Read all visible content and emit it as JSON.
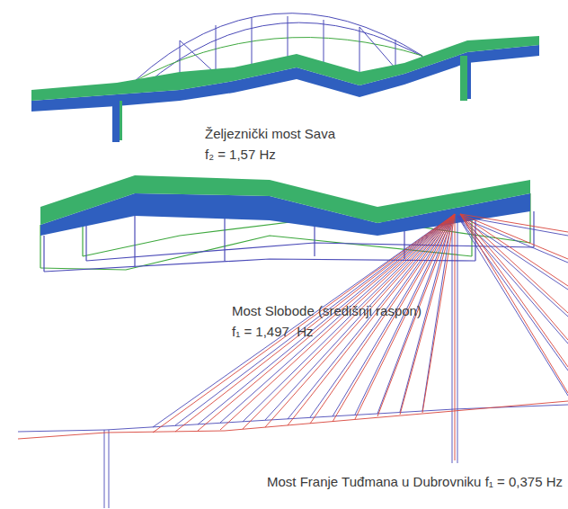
{
  "diagram": {
    "labels": [
      "Željeznički most Sava",
      "f₂ = 1,57 Hz",
      "Most Slobode (središnji raspon)",
      "f₁ = 1,497  Hz",
      "Most Franje Tuđmana u Dubrovniku f₁ = 0,375 Hz"
    ]
  }
}
